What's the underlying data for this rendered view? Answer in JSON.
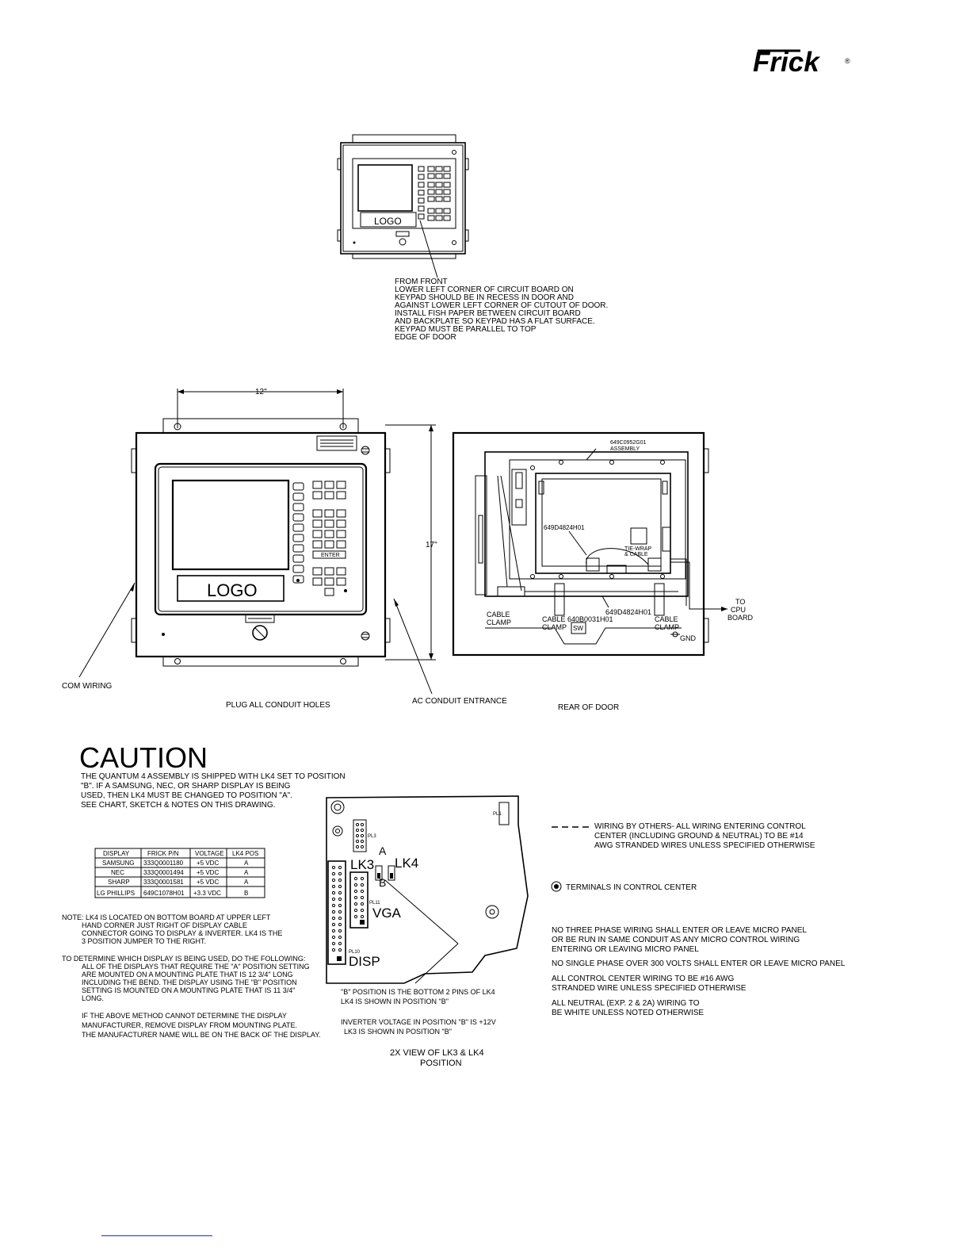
{
  "brand": {
    "logo_text": "Frick",
    "registered_mark": "®"
  },
  "front_small": {
    "logo_label": "LOGO",
    "note_lines": [
      "FROM FRONT",
      "LOWER LEFT CORNER OF CIRCUIT BOARD ON",
      "KEYPAD SHOULD BE IN RECESS IN DOOR AND",
      "AGAINST LOWER LEFT CORNER OF CUTOUT OF DOOR.",
      "INSTALL FISH PAPER BETWEEN CIRCUIT BOARD",
      "AND BACKPLATE SO KEYPAD HAS A FLAT SURFACE.",
      "KEYPAD MUST BE PARALLEL TO TOP",
      "EDGE OF DOOR"
    ]
  },
  "front_large": {
    "dim_width": "12\"",
    "dim_height": "17\"",
    "logo_label": "LOGO",
    "enter_label": "ENTER",
    "com_wiring": "COM WIRING",
    "plug_holes": "PLUG ALL CONDUIT HOLES",
    "ac_entrance": "AC CONDUIT ENTRANCE"
  },
  "rear_view": {
    "assembly": [
      "649C0952G01",
      "ASSEMBLY"
    ],
    "board_1": "649D4824H01",
    "board_2": "649D4824H01",
    "part_3": "640B0031H01",
    "tie_wrap": [
      "TIE-WRAP",
      "& CABLE"
    ],
    "cable_clamp": [
      "CABLE",
      "CLAMP"
    ],
    "sw": "SW",
    "to_cpu": [
      "TO",
      "CPU",
      "BOARD"
    ],
    "gnd": "GND",
    "caption": "REAR OF DOOR"
  },
  "caution": {
    "heading": "CAUTION",
    "lines": [
      "THE QUANTUM 4 ASSEMBLY IS SHIPPED WITH LK4 SET TO POSITION",
      "\"B\". IF A SAMSUNG, NEC, OR SHARP DISPLAY IS BEING",
      "USED, THEN LK4 MUST BE CHANGED TO POSITION \"A\".",
      "SEE CHART, SKETCH & NOTES ON THIS DRAWING."
    ]
  },
  "display_table": {
    "headers": [
      "DISPLAY",
      "FRICK P/N",
      "VOLTAGE",
      "LK4 POS"
    ],
    "rows": [
      [
        "SAMSUNG",
        "333Q0001180",
        "+5 VDC",
        "A"
      ],
      [
        "NEC",
        "333Q0001494",
        "+5 VDC",
        "A"
      ],
      [
        "SHARP",
        "333Q0001581",
        "+5 VDC",
        "A"
      ],
      [
        "LG PHILLIPS",
        "649C1078H01",
        "+3.3 VDC",
        "B"
      ]
    ]
  },
  "notes": {
    "note1": [
      "NOTE: LK4 IS LOCATED ON BOTTOM BOARD AT UPPER LEFT",
      "HAND CORNER JUST RIGHT OF DISPLAY CABLE",
      "CONNECTOR GOING TO DISPLAY & INVERTER. LK4 IS THE",
      "3 POSITION JUMPER TO THE RIGHT."
    ],
    "note2": [
      "TO DETERMINE WHICH DISPLAY IS BEING USED, DO THE FOLLOWING:",
      "ALL OF THE DISPLAYS THAT REQUIRE THE \"A\" POSITION SETTING",
      "ARE MOUNTED ON A MOUNTING PLATE THAT IS 12 3/4\" LONG",
      "INCLUDING THE BEND. THE DISPLAY USING THE \"B\" POSITION",
      "SETTING IS MOUNTED ON A MOUNTING PLATE THAT IS 11 3/4\"",
      "LONG."
    ],
    "note3": [
      "IF THE ABOVE METHOD CANNOT DETERMINE THE DISPLAY",
      "MANUFACTURER, REMOVE DISPLAY FROM MOUNTING PLATE.",
      "THE MANUFACTURER NAME WILL BE ON THE BACK OF THE DISPLAY."
    ]
  },
  "lk_view": {
    "lk3": "LK3",
    "lk4": "LK4",
    "pos_a": "A",
    "pos_b": "B",
    "vga": "VGA",
    "disp": "DISP",
    "pl1": "PL1",
    "pl3": "PL3",
    "pl11": "PL11",
    "pl10": "PL10",
    "note_b_position": [
      "\"B\" POSITION IS THE BOTTOM 2 PINS OF LK4",
      "LK4 IS SHOWN IN POSITION \"B\""
    ],
    "note_inverter": [
      "INVERTER VOLTAGE IN POSITION \"B\" IS +12V",
      "LK3 IS SHOWN IN POSITION \"B\""
    ],
    "caption": [
      "2X VIEW OF LK3 & LK4",
      "POSITION"
    ]
  },
  "legend": {
    "wiring_by_others": [
      "WIRING BY OTHERS- ALL WIRING ENTERING CONTROL",
      "CENTER (INCLUDING GROUND & NEUTRAL) TO BE #14",
      "AWG STRANDED WIRES UNLESS SPECIFIED OTHERWISE"
    ],
    "terminals": "TERMINALS IN CONTROL CENTER",
    "general_notes": [
      [
        "NO THREE PHASE WIRING SHALL ENTER OR LEAVE MICRO PANEL",
        "OR BE RUN IN SAME CONDUIT AS ANY MICRO CONTROL WIRING",
        "ENTERING OR LEAVING MICRO PANEL"
      ],
      [
        "NO SINGLE PHASE OVER 300 VOLTS SHALL ENTER OR LEAVE MICRO PANEL"
      ],
      [
        "ALL CONTROL CENTER WIRING TO BE #16 AWG",
        "STRANDED WIRE UNLESS SPECIFIED OTHERWISE"
      ],
      [
        "ALL NEUTRAL (EXP. 2 & 2A) WIRING TO",
        "BE WHITE UNLESS NOTED OTHERWISE"
      ]
    ]
  }
}
